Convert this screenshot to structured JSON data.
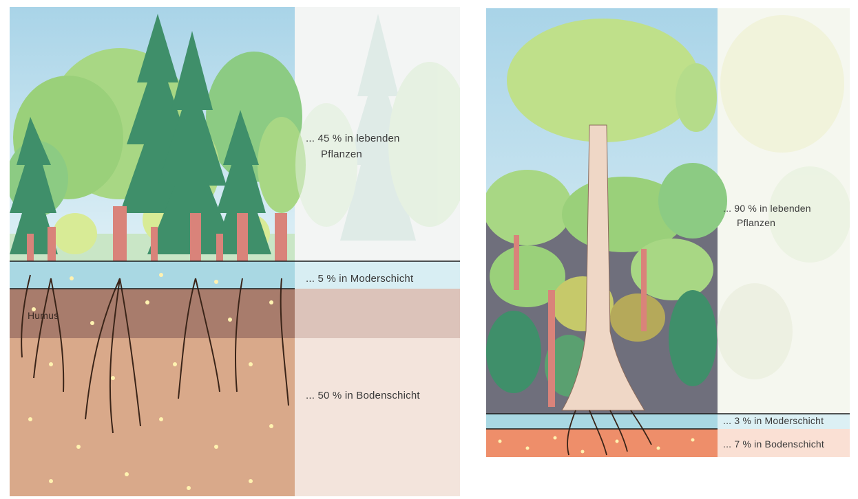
{
  "left_diagram": {
    "label_plants_line1": "... 45 % in lebenden",
    "label_plants_line2": "Pflanzen",
    "label_litter": "... 5 % in Moderschicht",
    "label_soil": "... 50 % in Bodenschicht",
    "label_humus": "Humus"
  },
  "right_diagram": {
    "label_plants_line1": "... 90 % in lebenden",
    "label_plants_line2": "Pflanzen",
    "label_litter": "... 3 % in Moderschicht",
    "label_soil": "... 7 % in Bodenschicht"
  },
  "colors": {
    "sky": "#bfe0ee",
    "spruce": "#3f8f6a",
    "broadleaf": "#9fd07a",
    "trunk": "#d9837a",
    "litter": "#a9d8e3",
    "humus": "#a87c6c",
    "soil": "#d9a98a",
    "rain_soil": "#ee8e6a"
  }
}
